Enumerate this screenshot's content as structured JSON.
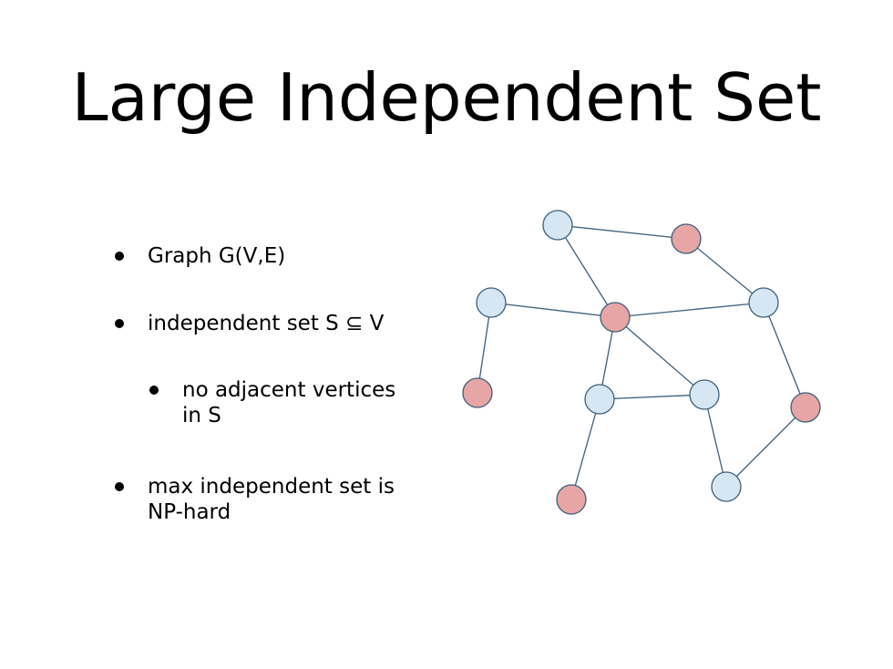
{
  "title": "Large Independent Set",
  "bullets": [
    "Graph G(V,E)",
    "independent set S ⊆ V",
    "no adjacent vertices in S",
    "max independent set is NP-hard"
  ],
  "graph": {
    "colors": {
      "in_set": "#e8a5a5",
      "not_in_set": "#d6e6f2",
      "stroke": "#3d5f7a"
    },
    "nodes": [
      {
        "id": "n1",
        "in_set": false
      },
      {
        "id": "n2",
        "in_set": true
      },
      {
        "id": "n3",
        "in_set": false
      },
      {
        "id": "n4",
        "in_set": true
      },
      {
        "id": "n5",
        "in_set": false
      },
      {
        "id": "n6",
        "in_set": true
      },
      {
        "id": "n7",
        "in_set": false
      },
      {
        "id": "n8",
        "in_set": false
      },
      {
        "id": "n9",
        "in_set": true
      },
      {
        "id": "n10",
        "in_set": true
      },
      {
        "id": "n11",
        "in_set": false
      }
    ],
    "edges": [
      [
        "n1",
        "n2"
      ],
      [
        "n1",
        "n4"
      ],
      [
        "n2",
        "n5"
      ],
      [
        "n3",
        "n4"
      ],
      [
        "n3",
        "n6"
      ],
      [
        "n4",
        "n5"
      ],
      [
        "n4",
        "n7"
      ],
      [
        "n4",
        "n8"
      ],
      [
        "n7",
        "n8"
      ],
      [
        "n7",
        "n10"
      ],
      [
        "n8",
        "n11"
      ],
      [
        "n5",
        "n9"
      ],
      [
        "n9",
        "n11"
      ]
    ]
  }
}
